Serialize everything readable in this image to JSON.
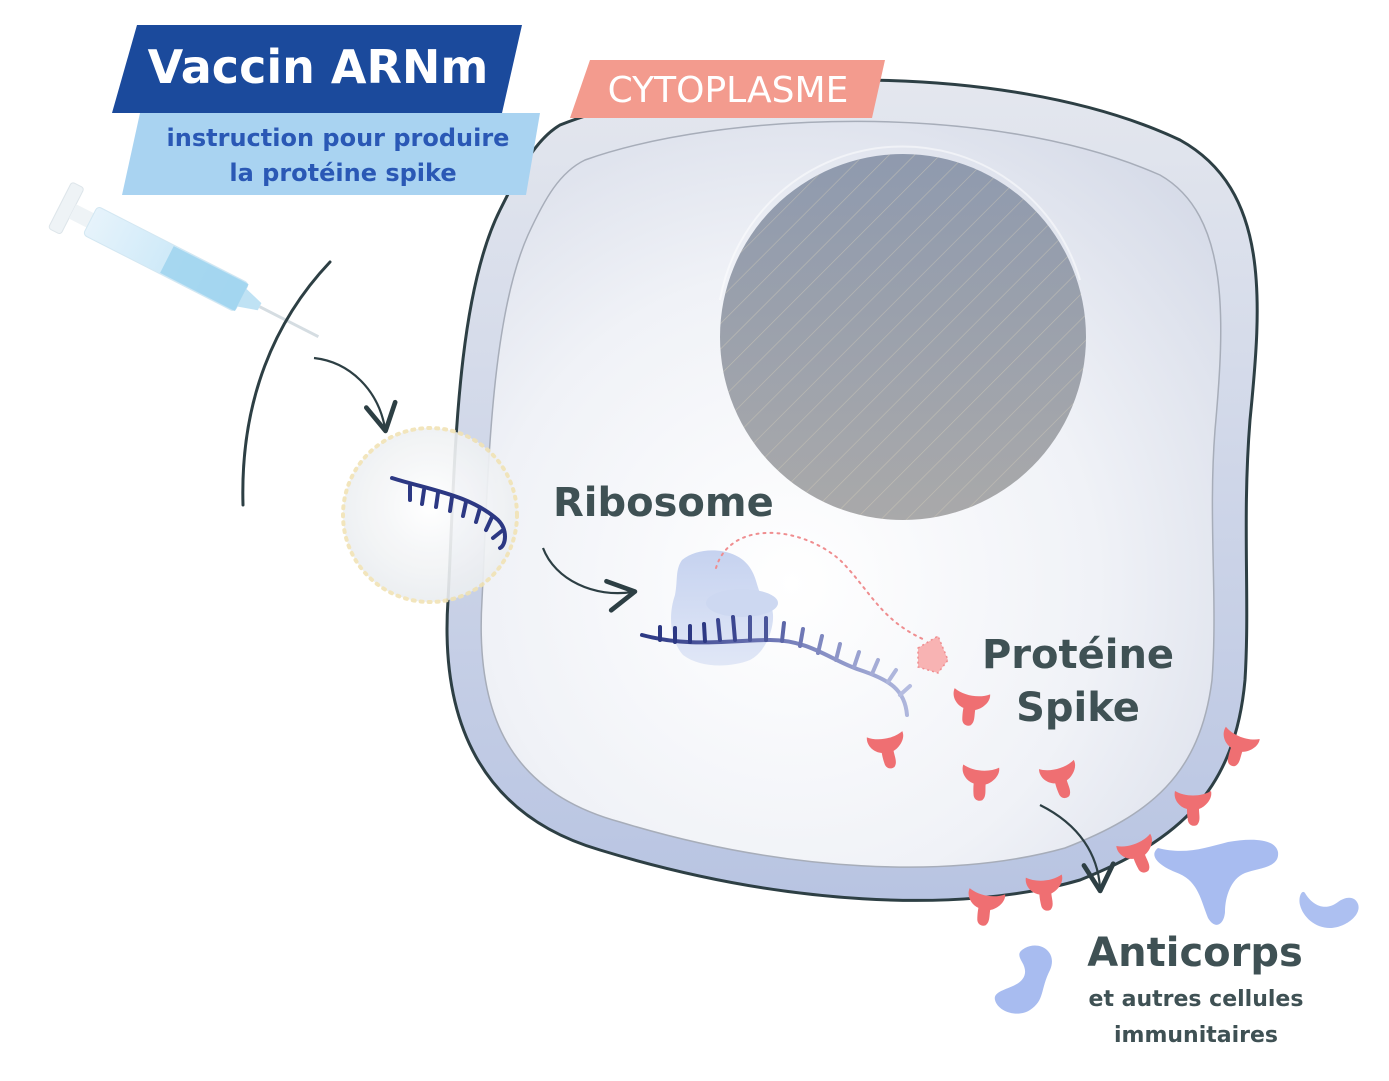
{
  "title_banner": {
    "text": "Vaccin ARNm"
  },
  "subtitle_banner": {
    "line1": "instruction pour produire",
    "line2": "la protéine spike"
  },
  "region_tag": {
    "text": "CYTOPLASME"
  },
  "labels": {
    "ribosome": "Ribosome",
    "spike_line1": "Protéine",
    "spike_line2": "Spike",
    "antibodies": "Anticorps",
    "antibodies_sub1": "et autres cellules",
    "antibodies_sub2": "immunitaires"
  },
  "colors": {
    "banner_dark": "#1b4a9c",
    "banner_light": "#a9d3f1",
    "subtitle_text": "#2a58b5",
    "tag_salmon": "#f39b8e",
    "label_text": "#3f5154",
    "spike_red": "#ef6f72",
    "mrna": "#2c3883",
    "membrane_stroke": "#2d3f44",
    "antibody_blue": "#9fb5ee"
  }
}
